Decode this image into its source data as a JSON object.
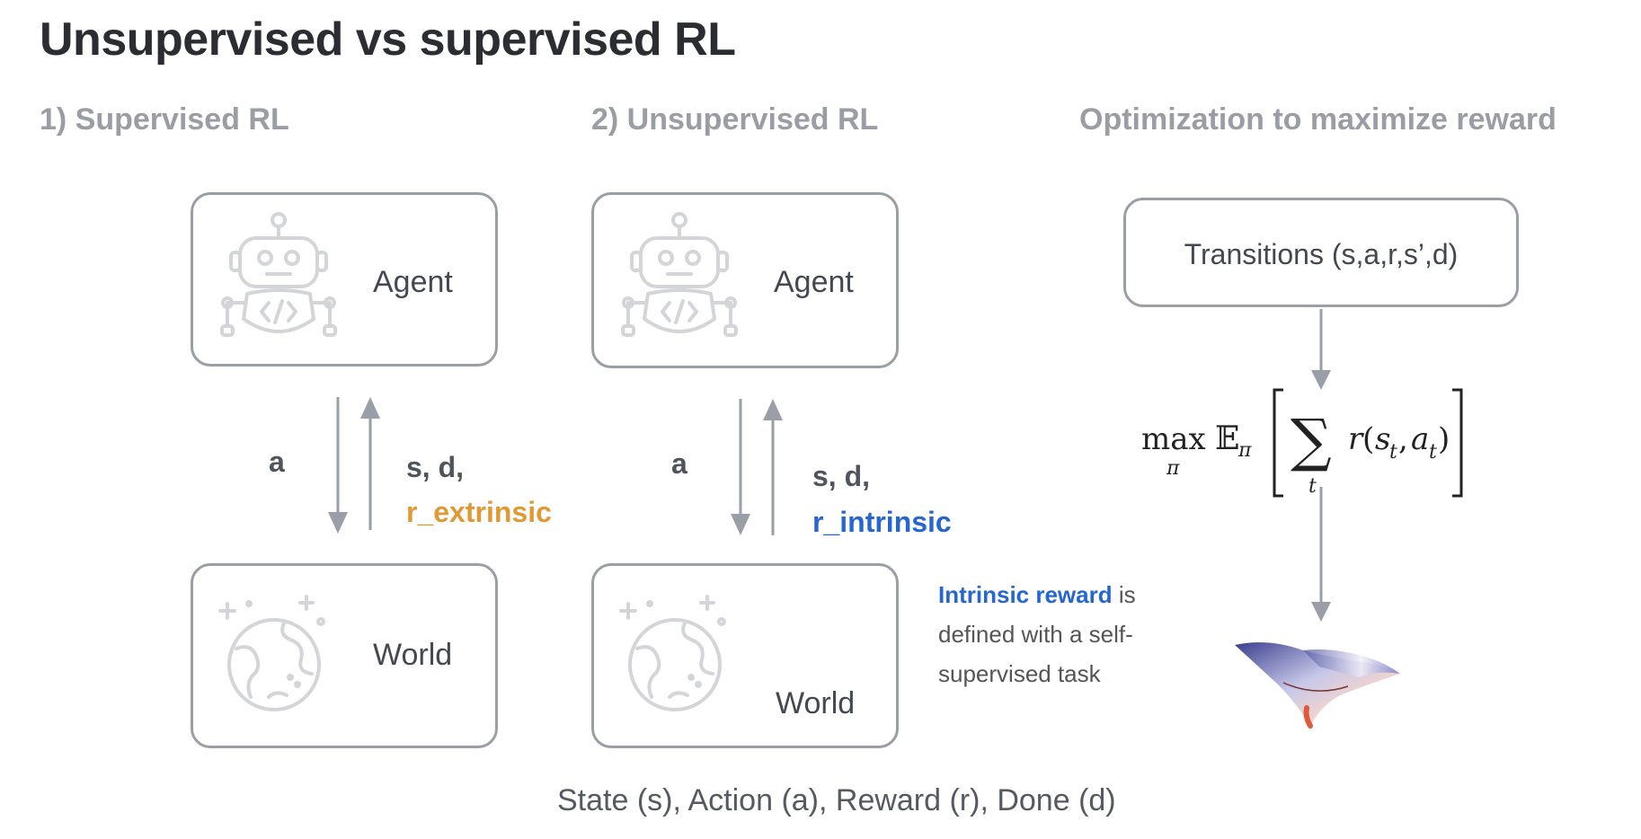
{
  "title": "Unsupervised vs supervised RL",
  "sections": {
    "supervised": "1) Supervised RL",
    "unsupervised": "2) Unsupervised RL",
    "optimization": "Optimization to maximize reward"
  },
  "supervised_panel": {
    "agent_label": "Agent",
    "world_label": "World",
    "action_label": "a",
    "obs_label": "s, d,",
    "reward_label": "r_extrinsic"
  },
  "unsupervised_panel": {
    "agent_label": "Agent",
    "world_label": "World",
    "action_label": "a",
    "obs_label": "s, d,",
    "reward_label": "r_intrinsic"
  },
  "optimization_panel": {
    "transitions_label": "Transitions (s,a,r,s’,d)"
  },
  "note": {
    "highlight": "Intrinsic reward",
    "line1_rest": " is",
    "line2": "defined with a self-",
    "line3": "supervised task"
  },
  "footer": "State (s), Action (a), Reward (r), Done (d)",
  "colors": {
    "extrinsic": "#e09a35",
    "intrinsic": "#2566d0",
    "box_border": "#9a9ea6",
    "arrow": "#9a9ea6"
  }
}
